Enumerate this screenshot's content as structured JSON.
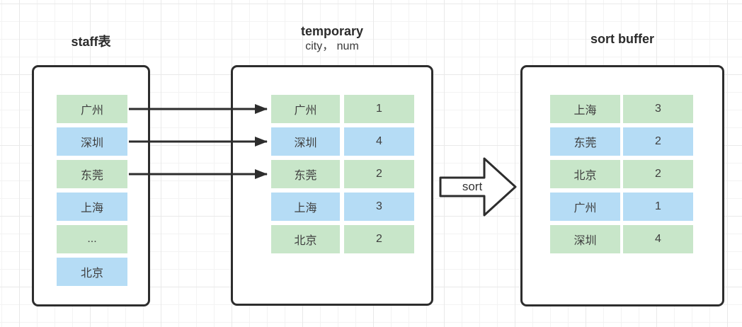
{
  "colors": {
    "cell_green": "#c8e6c9",
    "cell_blue": "#b5dcf5",
    "border": "#2d2d2d",
    "text": "#3f3f3f"
  },
  "staff_table": {
    "title": "staff表",
    "rows": [
      {
        "city": "广州",
        "tone": "green"
      },
      {
        "city": "深圳",
        "tone": "blue"
      },
      {
        "city": "东莞",
        "tone": "green"
      },
      {
        "city": "上海",
        "tone": "blue"
      },
      {
        "city": "...",
        "tone": "green"
      },
      {
        "city": "北京",
        "tone": "blue"
      }
    ]
  },
  "temporary_table": {
    "title": "temporary",
    "subtitle": "city， num",
    "rows": [
      {
        "city": "广州",
        "num": "1",
        "tone": "green"
      },
      {
        "city": "深圳",
        "num": "4",
        "tone": "blue"
      },
      {
        "city": "东莞",
        "num": "2",
        "tone": "green"
      },
      {
        "city": "上海",
        "num": "3",
        "tone": "blue"
      },
      {
        "city": "北京",
        "num": "2",
        "tone": "green"
      }
    ]
  },
  "sort_buffer": {
    "title": "sort buffer",
    "rows": [
      {
        "city": "上海",
        "num": "3",
        "tone": "green"
      },
      {
        "city": "东莞",
        "num": "2",
        "tone": "blue"
      },
      {
        "city": "北京",
        "num": "2",
        "tone": "green"
      },
      {
        "city": "广州",
        "num": "1",
        "tone": "blue"
      },
      {
        "city": "深圳",
        "num": "4",
        "tone": "green"
      }
    ]
  },
  "sort_arrow": {
    "label": "sort"
  }
}
